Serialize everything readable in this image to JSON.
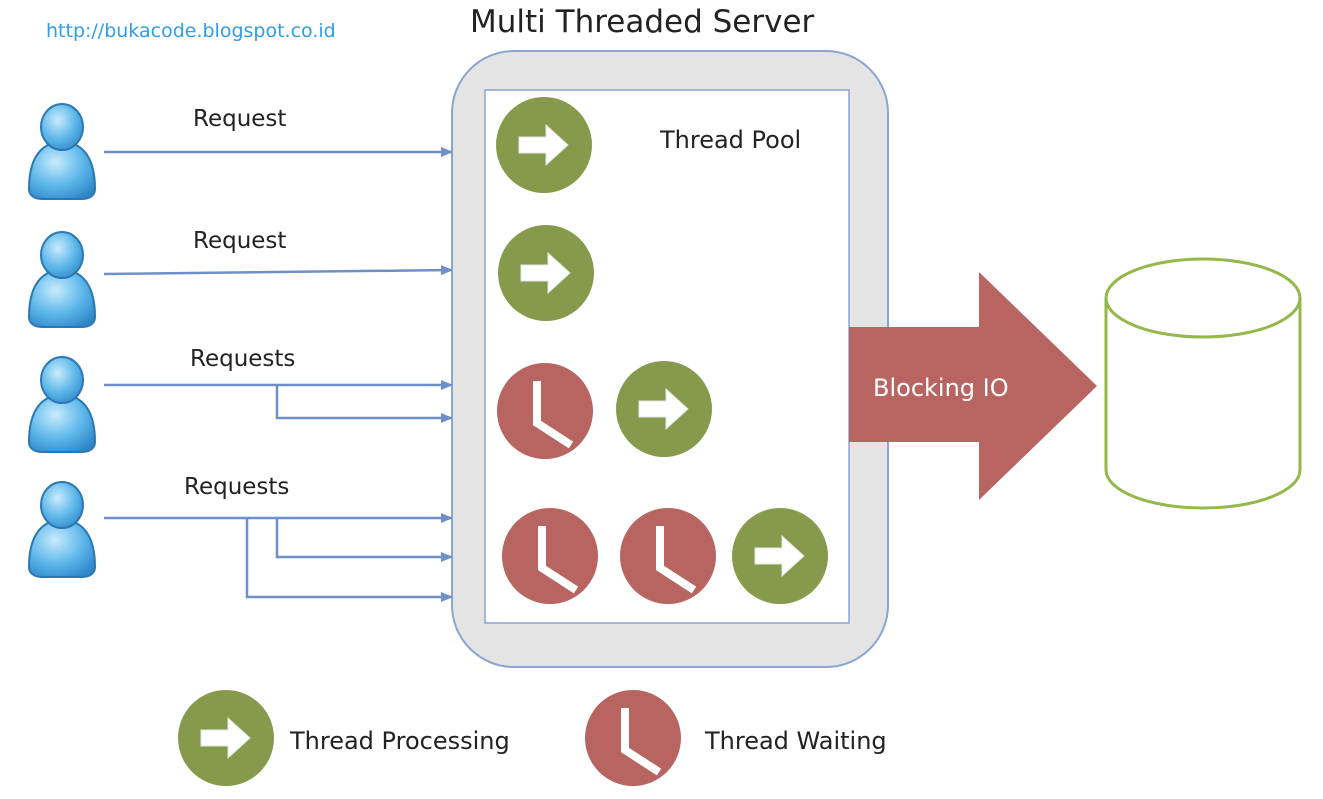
{
  "source_url": "http://bukacode.blogspot.co.id",
  "server_title": "Multi Threaded Server",
  "thread_pool_label": "Thread Pool",
  "blocking_io_label": "Blocking IO",
  "clients": [
    {
      "request_label": "Request"
    },
    {
      "request_label": "Request"
    },
    {
      "request_label": "Requests"
    },
    {
      "request_label": "Requests"
    }
  ],
  "legend": {
    "processing": "Thread Processing",
    "waiting": "Thread Waiting"
  },
  "icons": {
    "client": "user-icon",
    "processing": "arrow-right-circle-icon",
    "waiting": "clock-icon",
    "storage": "database-icon"
  },
  "colors": {
    "processing": "#869a4c",
    "waiting": "#b86562",
    "arrow": "#6f8fc8",
    "server_frame": "#e4e4e4",
    "database_outline": "#94b84a"
  }
}
